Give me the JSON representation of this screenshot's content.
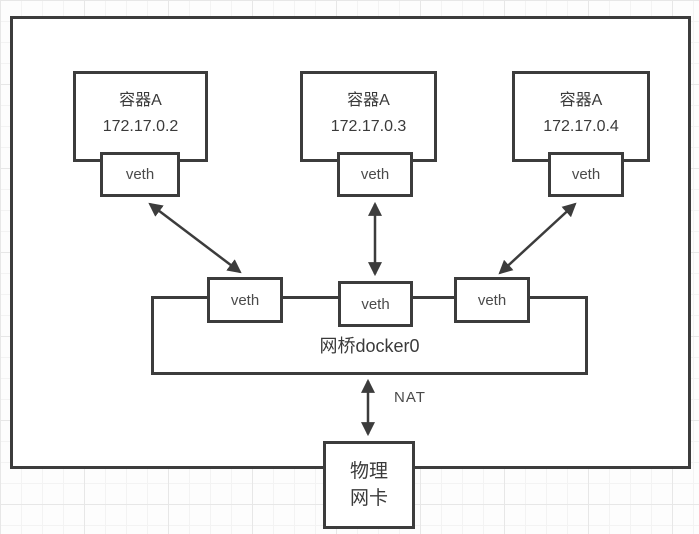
{
  "colors": {
    "line": "#3c3c3c",
    "text": "#3a3a3a",
    "shape_fill": "#ffffff",
    "grid_minor": "#f3f3f3",
    "grid_major": "#e7e7e7"
  },
  "diagram": {
    "containers": [
      {
        "label": "容器A",
        "ip": "172.17.0.2",
        "veth_label": "veth"
      },
      {
        "label": "容器A",
        "ip": "172.17.0.3",
        "veth_label": "veth"
      },
      {
        "label": "容器A",
        "ip": "172.17.0.4",
        "veth_label": "veth"
      }
    ],
    "bridge": {
      "label": "网桥docker0",
      "veth_labels": [
        "veth",
        "veth",
        "veth"
      ]
    },
    "nat_label": "NAT",
    "physical_nic": {
      "line1": "物理",
      "line2": "网卡"
    }
  }
}
